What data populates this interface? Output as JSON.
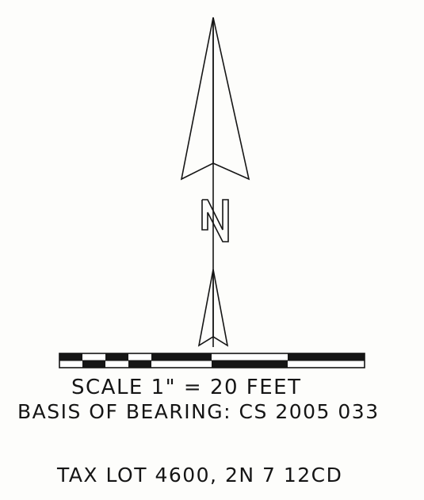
{
  "drawing": {
    "north_letter": "N",
    "scale_label": "SCALE 1\" = 20 FEET",
    "basis_label": "BASIS OF BEARING: CS 2005 033",
    "tax_lot_label": "TAX LOT 4600, 2N 7 12CD"
  },
  "colors": {
    "ink": "#151515",
    "paper": "#fdfdfb"
  },
  "icons": [
    "north-arrow-icon",
    "graphic-scale-bar"
  ]
}
